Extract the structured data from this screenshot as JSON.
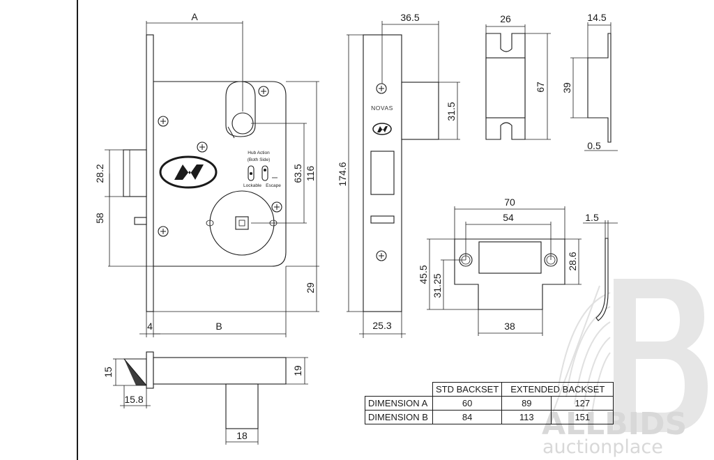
{
  "lock_body": {
    "dim_A": "A",
    "dim_B": "B",
    "dim_4": "4",
    "dim_28_2": "28.2",
    "dim_58": "58",
    "dim_63_5": "63.5",
    "dim_116": "116",
    "dim_29": "29",
    "hub_action_line1": "Hub Action",
    "hub_action_line2": "(Both Side)",
    "lockable": "Lockable",
    "escape": "Escape"
  },
  "faceplate": {
    "dim_36_5": "36.5",
    "dim_31_5": "31.5",
    "dim_174_6": "174.6",
    "dim_25_3": "25.3",
    "brand_text": "NOVAS"
  },
  "keeper": {
    "dim_26": "26",
    "dim_67": "67",
    "dim_14_5": "14.5",
    "dim_39": "39",
    "dim_0_5": "0.5"
  },
  "strike_plate": {
    "dim_70": "70",
    "dim_54": "54",
    "dim_1_5": "1.5",
    "dim_45_5": "45.5",
    "dim_31_25": "31.25",
    "dim_28_6": "28.6",
    "dim_38": "38"
  },
  "latch_view": {
    "dim_15": "15",
    "dim_15_8": "15.8",
    "dim_19": "19",
    "dim_18": "18"
  },
  "table": {
    "col_std": "STD BACKSET",
    "col_ext": "EXTENDED BACKSET",
    "rows": [
      {
        "label": "DIMENSION A",
        "std": "60",
        "ext1": "89",
        "ext2": "127"
      },
      {
        "label": "DIMENSION B",
        "std": "84",
        "ext1": "113",
        "ext2": "151"
      }
    ]
  },
  "watermark": {
    "brand": "ALLBIDS",
    "sub": "auctionplace"
  }
}
